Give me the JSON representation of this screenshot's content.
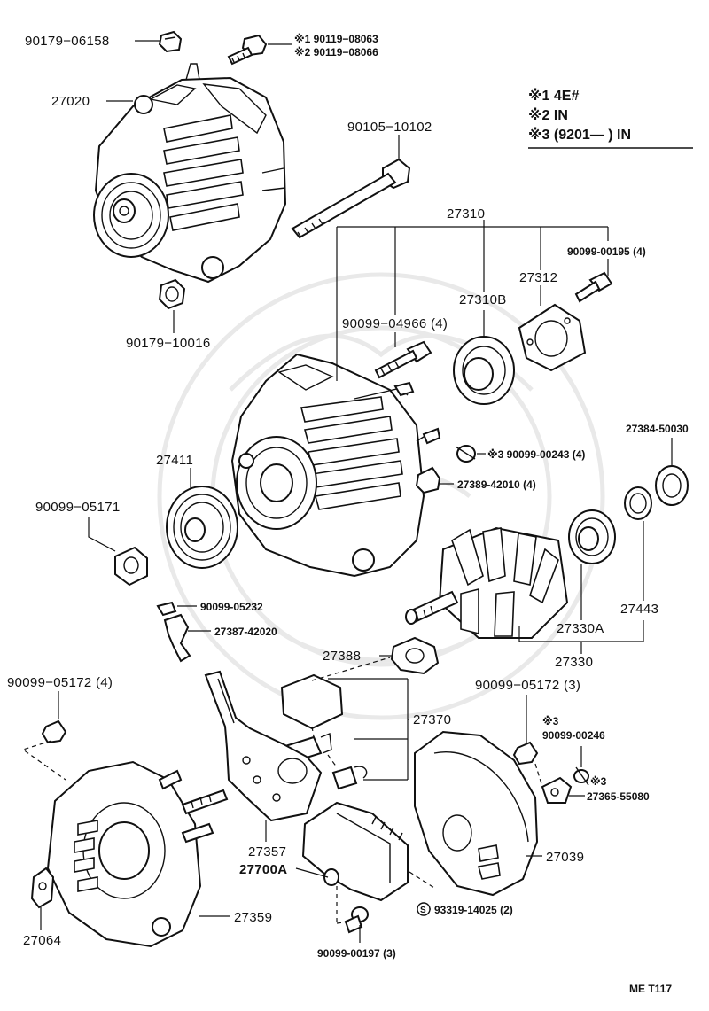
{
  "legend": {
    "row1": "※1 4E#",
    "row2": "※2 IN",
    "row3": "※3 (9201—      ) IN"
  },
  "labels": {
    "p90179_06158": "90179−06158",
    "bolt_alt1": "※1 90119−08063",
    "bolt_alt2": "※2 90119−08066",
    "p27020": "27020",
    "p90105_10102": "90105−10102",
    "p27310": "27310",
    "p90099_00195": "90099-00195 (4)",
    "p27312": "27312",
    "p27310B": "27310B",
    "p90099_04966": "90099−04966 (4)",
    "p90179_10016": "90179−10016",
    "p27384_50030": "27384-50030",
    "p90099_00243": "※3 90099-00243 (4)",
    "p27389_42010": "27389-42010 (4)",
    "p27411": "27411",
    "p90099_05171": "90099−05171",
    "p90099_05232": "90099-05232",
    "p27387_42020": "27387-42020",
    "p27443": "27443",
    "p27330A": "27330A",
    "p27330": "27330",
    "p27388": "27388",
    "p90099_05172_4": "90099−05172 (4)",
    "p27370": "27370",
    "p90099_05172_3": "90099−05172 (3)",
    "p90099_00246_mark": "※3",
    "p90099_00246": "90099-00246",
    "p27365_mark": "※3",
    "p27365_55080": "27365-55080",
    "p27039": "27039",
    "p27357": "27357",
    "p27700A": "27700A",
    "p93319_14025": "93319-14025 (2)",
    "p27064": "27064",
    "p27359": "27359",
    "p90099_00197": "90099-00197 (3)",
    "footer": "ME  T117"
  }
}
